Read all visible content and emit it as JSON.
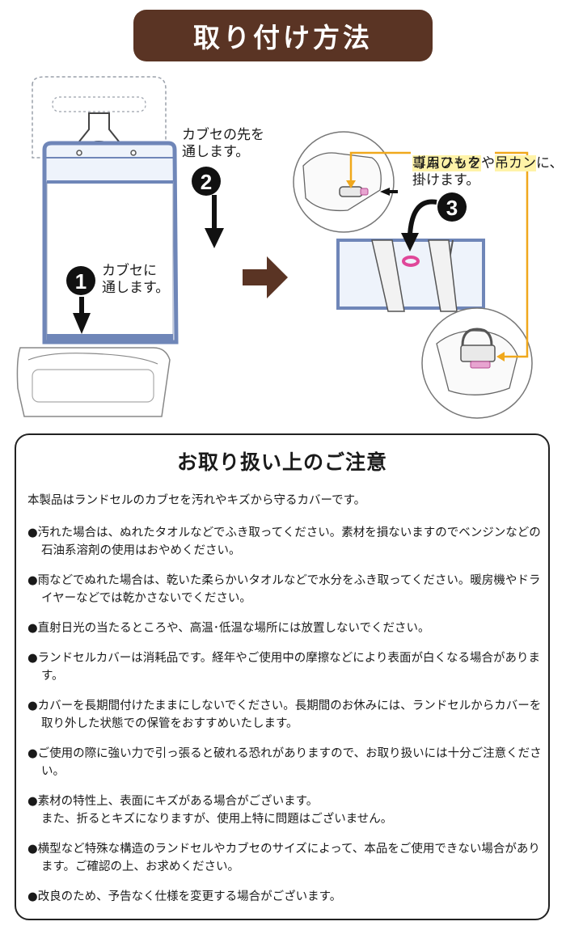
{
  "header": {
    "title": "取り付け方法"
  },
  "install": {
    "step1_number": "1",
    "step1_text": "カブセに\n通します。",
    "step2_number": "2",
    "step2_text": "カブセの先を\n通します。",
    "step3_number": "3",
    "step3_hook": "専用フック",
    "step3_ya": "や",
    "step3_hanger": "吊カン",
    "step3_ni": "に、",
    "step3_rest": "ゴムひもを\n掛けます。",
    "colors": {
      "brown": "#5a3424",
      "frame_blue": "#6f86b8",
      "pink": "#e0479a",
      "yellow_line": "#f0a81c"
    }
  },
  "notice": {
    "title": "お取り扱い上のご注意",
    "intro": "本製品はランドセルのカブセを汚れやキズから守るカバーです。",
    "items": [
      "●汚れた場合は、ぬれたタオルなどでふき取ってください。素材を損ないますのでベンジンなどの石油系溶剤の使用はおやめください。",
      "●雨などでぬれた場合は、乾いた柔らかいタオルなどで水分をふき取ってください。暖房機やドライヤーなどでは乾かさないでください。",
      "●直射日光の当たるところや、高温･低温な場所には放置しないでください。",
      "●ランドセルカバーは消耗品です。経年やご使用中の摩擦などにより表面が白くなる場合があります。",
      "●カバーを長期間付けたままにしないでください。長期間のお休みには、ランドセルからカバーを取り外した状態での保管をおすすめいたします。",
      "●ご使用の際に強い力で引っ張ると破れる恐れがありますので、お取り扱いには十分ご注意ください。",
      "●素材の特性上、表面にキズがある場合がございます。\nまた、折るとキズになりますが、使用上特に問題はございません。",
      "●横型など特殊な構造のランドセルやカブセのサイズによって、本品をご使用できない場合があります。ご確認の上、お求めください。",
      "●改良のため、予告なく仕様を変更する場合がございます。"
    ]
  }
}
